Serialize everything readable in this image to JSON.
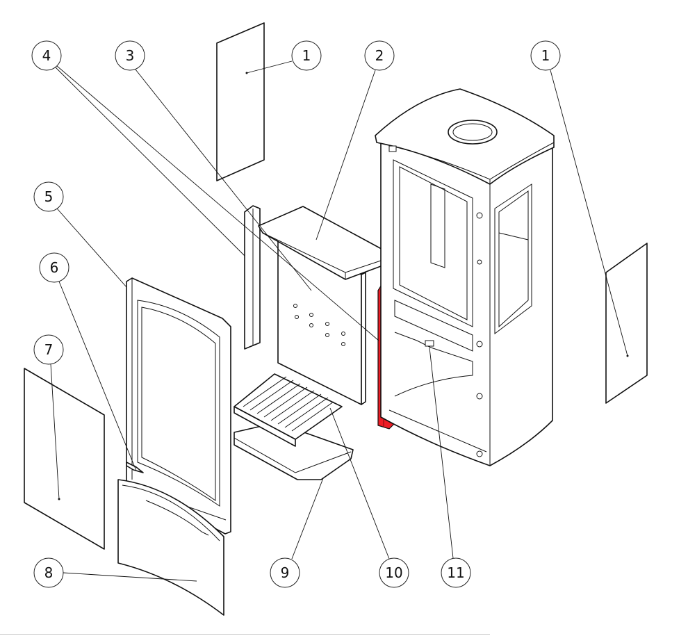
{
  "diagram": {
    "title": "Stove exploded parts view",
    "highlight_color": "#ee1c25",
    "callouts": [
      {
        "id": "c4",
        "label": "4"
      },
      {
        "id": "c3",
        "label": "3"
      },
      {
        "id": "c1a",
        "label": "1"
      },
      {
        "id": "c2",
        "label": "2"
      },
      {
        "id": "c1b",
        "label": "1"
      },
      {
        "id": "c5",
        "label": "5"
      },
      {
        "id": "c6",
        "label": "6"
      },
      {
        "id": "c7",
        "label": "7"
      },
      {
        "id": "c8",
        "label": "8"
      },
      {
        "id": "c9",
        "label": "9"
      },
      {
        "id": "c10",
        "label": "10"
      },
      {
        "id": "c11",
        "label": "11"
      }
    ]
  }
}
